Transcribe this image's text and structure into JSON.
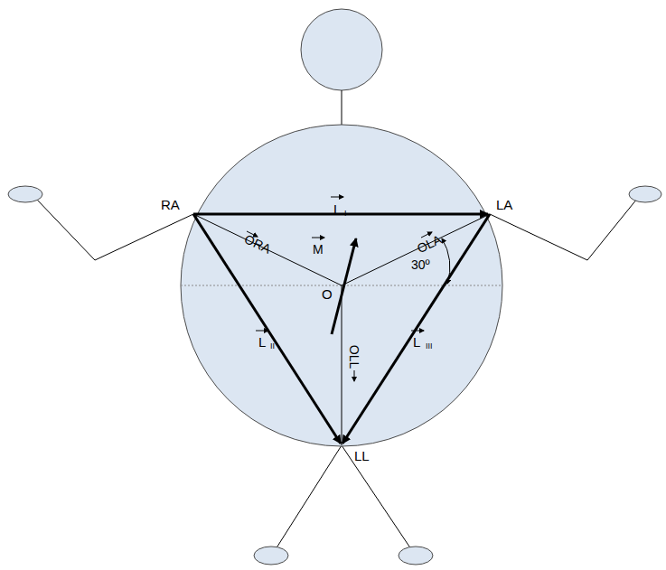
{
  "diagram": {
    "labels": [
      "RA",
      "L",
      "I",
      "LA",
      "ORA",
      "M",
      "OLA",
      "30º",
      "O",
      "L",
      "II",
      "OLL",
      "L",
      "III",
      "LL"
    ]
  }
}
